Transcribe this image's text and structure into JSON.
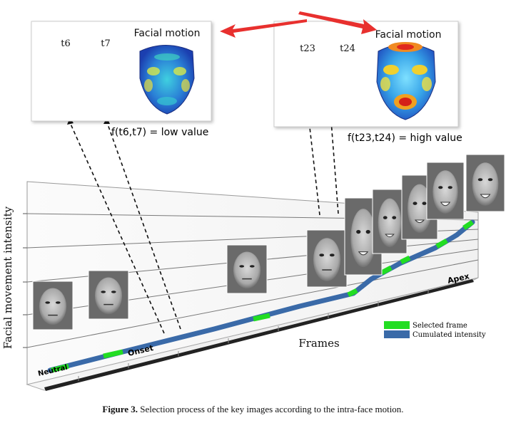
{
  "caption": {
    "label": "Figure 3.",
    "text": " Selection process of the key images according to the intra-face motion."
  },
  "left_panel": {
    "frame1_label": "t6",
    "frame2_label": "t7",
    "motion_title": "Facial motion",
    "formula": "f(t6,t7) = low value"
  },
  "right_panel": {
    "frame1_label": "t23",
    "frame2_label": "t24",
    "motion_title": "Facial motion",
    "formula": "f(t23,t24) = high value"
  },
  "axes": {
    "ylabel": "Facial movement intensity",
    "xlabel": "Frames"
  },
  "phase_labels": {
    "neutral": "Neutral",
    "onset": "Onset",
    "apex": "Apex"
  },
  "legend": {
    "selected": "Selected frame",
    "cumulated": "Cumulated intensity"
  },
  "colors": {
    "selected": "#22dd22",
    "cumulated": "#3a6aa8",
    "arrow": "#e8302e"
  }
}
